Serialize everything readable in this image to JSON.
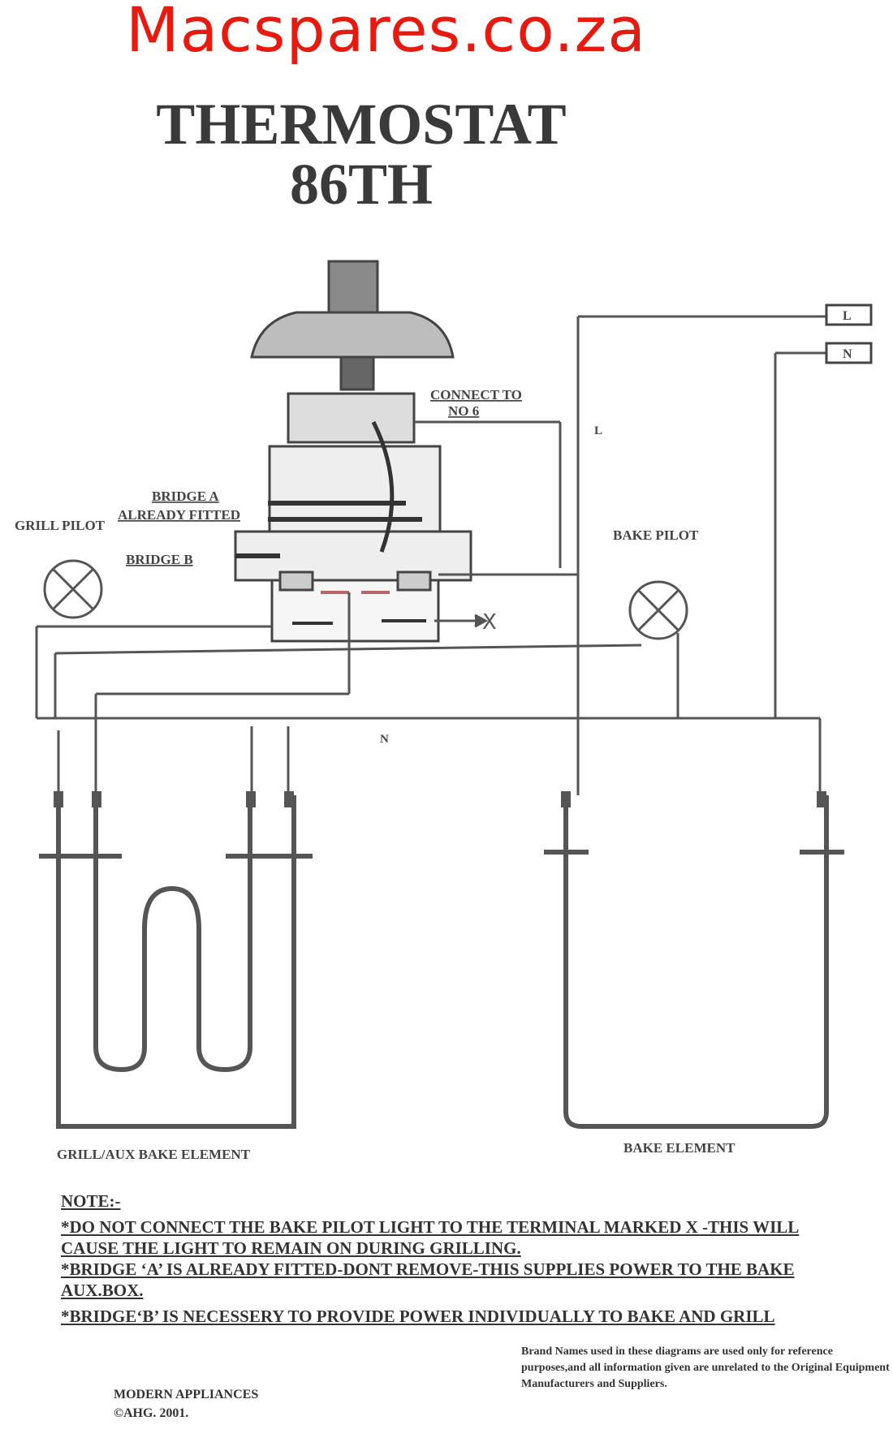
{
  "brand": "Macspares.co.za",
  "title": {
    "line1": "THERMOSTAT",
    "line2": "86TH"
  },
  "labels": {
    "connect_to": "CONNECT TO",
    "no6": "NO 6",
    "bridge_a": "BRIDGE A",
    "already_fitted": "ALREADY FITTED",
    "grill_pilot": "GRILL PILOT",
    "bridge_b": "BRIDGE B",
    "bake_pilot": "BAKE PILOT",
    "l_wire": "L",
    "n_wire": "N",
    "terminal_l": "L",
    "terminal_n": "N",
    "x_mark": "X",
    "grill_element": "GRILL/AUX BAKE ELEMENT",
    "bake_element": "BAKE ELEMENT"
  },
  "notes": {
    "heading": "NOTE:-",
    "n1a": "*DO NOT CONNECT THE BAKE PILOT LIGHT TO THE TERMINAL MARKED  X -THIS WILL",
    "n1b": "CAUSE THE LIGHT TO REMAIN ON DURING GRILLING.",
    "n2a": "*BRIDGE ‘A’ IS ALREADY FITTED-DONT  REMOVE-THIS SUPPLIES POWER TO THE BAKE",
    "n2b": "AUX.BOX.",
    "n3": "*BRIDGE‘B’ IS NECESSERY TO PROVIDE POWER INDIVIDUALLY TO BAKE AND GRILL"
  },
  "disclaimer": "Brand Names used in these diagrams are used only for reference purposes,and all information given are unrelated to the Original Equipment Manufacturers and Suppliers.",
  "maker": {
    "line1": "MODERN APPLIANCES",
    "line2": "©AHG. 2001."
  }
}
